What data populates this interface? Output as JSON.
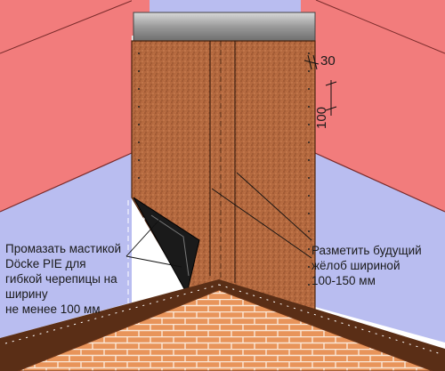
{
  "annotations": {
    "left_lines": [
      "Промазать мастикой",
      "Döcke PIE для",
      "гибкой черепицы на",
      "ширину",
      "не менее 100 мм"
    ],
    "right_lines": [
      "Разметить будущий",
      "жёлоб шириной",
      "100-150 мм"
    ]
  },
  "dimensions": {
    "top": "30",
    "side": "100"
  },
  "colors": {
    "roof_red": "#f27c7c",
    "wall_lavender": "#b9bdf0",
    "chimney_brown": "#b4693f",
    "brick": "#e8945a",
    "cap_gray": "#9a9a9a",
    "outline": "#1a1a1a"
  }
}
